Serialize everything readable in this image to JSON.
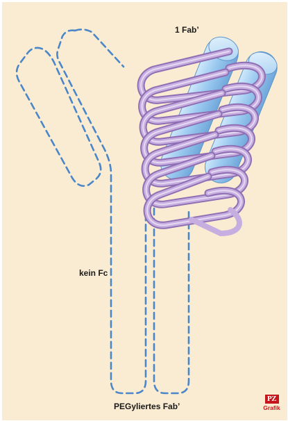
{
  "labels": {
    "fab": "1 Fab’",
    "fc": "kein Fc",
    "pegylated": "PEGyliertes Fab’"
  },
  "logo": {
    "mark": "PZ",
    "text": "Grafik"
  },
  "colors": {
    "background": "#faecd2",
    "dashed_outline": "#4a86c8",
    "fab_blue": "#9ccaf0",
    "peg_purple": "#b99ad6",
    "logo_red": "#c4161c"
  }
}
